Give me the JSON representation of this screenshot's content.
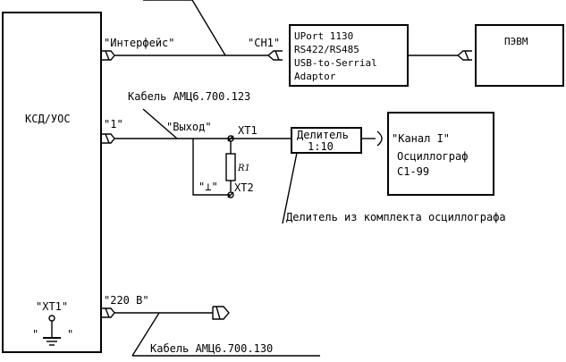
{
  "blocks": {
    "main": "КСД/УОС",
    "uport": [
      "UPort 1130",
      "RS422/RS485",
      "USB-to-Serrial",
      "Adaptor"
    ],
    "pc": "ПЭВМ",
    "divider": [
      "Делитель",
      "1:10"
    ],
    "scope": [
      "\"Канал I\"",
      "Осциллограф",
      "С1-99"
    ]
  },
  "labels": {
    "interface": "\"Интерфейс\"",
    "ch1": "\"СН1\"",
    "out1": "\"1\"",
    "output": "\"Выход\"",
    "xt1": "ХТ1",
    "xt2": "ХТ2",
    "ground_term": "\"⊥\"",
    "r1": "R1",
    "cable1": "Кабель АМЦ6.700.123",
    "divider_note": "Делитель из комплекта осциллографа",
    "main_xt1": "\"ХТ1\"",
    "quote_left": "\"",
    "quote_right": "\"",
    "v220": "\"220 В\"",
    "cable2": "Кабель АМЦ6.700.130"
  }
}
